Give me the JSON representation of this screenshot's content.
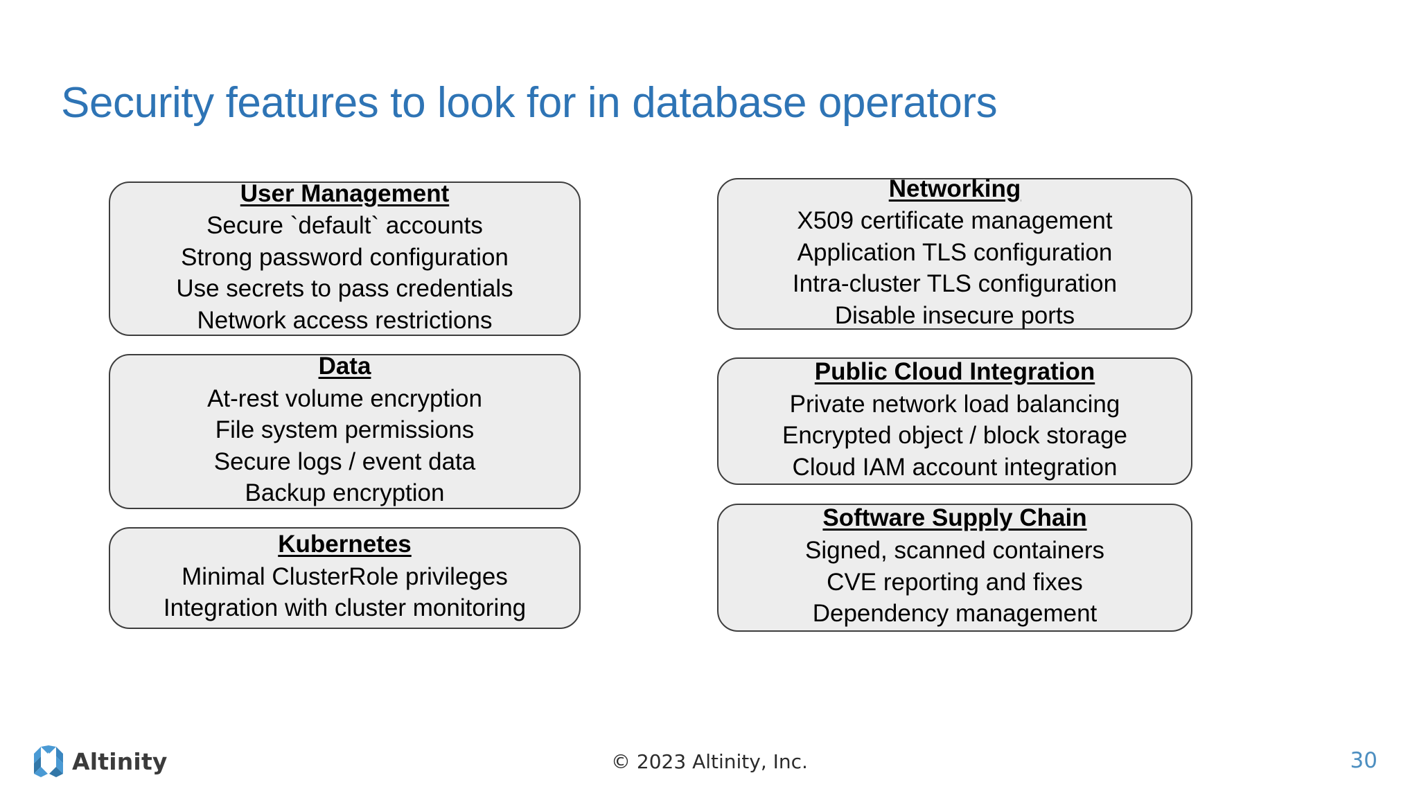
{
  "slide": {
    "title": "Security features to look for in database operators",
    "title_color": "#2E74B5",
    "background_color": "#ffffff"
  },
  "cards": {
    "user_management": {
      "title": "User Management",
      "lines": [
        "Secure `default` accounts",
        "Strong password configuration",
        "Use secrets to pass credentials",
        "Network access restrictions"
      ]
    },
    "data": {
      "title": "Data",
      "lines": [
        "At-rest volume encryption",
        "File system permissions",
        "Secure logs / event data",
        "Backup encryption"
      ]
    },
    "kubernetes": {
      "title": "Kubernetes",
      "lines": [
        "Minimal ClusterRole privileges",
        "Integration with cluster monitoring"
      ]
    },
    "networking": {
      "title": "Networking",
      "lines": [
        "X509 certificate management",
        "Application TLS configuration",
        "Intra-cluster TLS configuration",
        "Disable insecure ports"
      ]
    },
    "public_cloud_integration": {
      "title": "Public Cloud Integration",
      "lines": [
        "Private network load balancing",
        "Encrypted object / block storage",
        "Cloud IAM account integration"
      ]
    },
    "software_supply_chain": {
      "title": "Software Supply Chain",
      "lines": [
        "Signed, scanned containers",
        "CVE reporting and fixes",
        "Dependency management"
      ]
    }
  },
  "card_style": {
    "fill_color": "#ededed",
    "border_color": "#3d3d3d"
  },
  "footer": {
    "logo_name": "Altinity",
    "logo_icon": "altinity-arch-logo-icon",
    "logo_color_light": "#4a9ad4",
    "logo_color_dark": "#3277a8",
    "copyright": "© 2023 Altinity, Inc.",
    "page_number": "30",
    "page_number_color": "#4c8ec0"
  }
}
